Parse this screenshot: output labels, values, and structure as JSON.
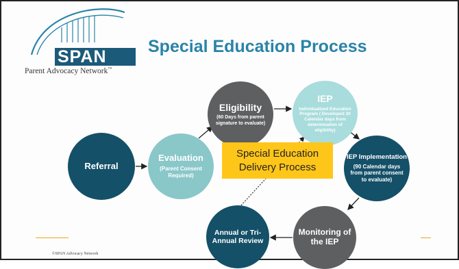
{
  "header": {
    "title": "Special Education Process"
  },
  "logo": {
    "word": "SPAN",
    "tagline": "Parent Advocacy Network",
    "tagline_mark": "™",
    "colors": {
      "brand": "#1c5a7a",
      "arch": "#2a83a8"
    }
  },
  "diagram": {
    "center_box": {
      "line1": "Special Education",
      "line2": "Delivery Process",
      "color": "#ffc61a"
    },
    "steps": {
      "referral": {
        "title": "Referral",
        "color": "#145068"
      },
      "evaluation": {
        "title": "Evaluation",
        "note": "(Parent Consent Required)",
        "color": "#8ac7c9"
      },
      "eligibility": {
        "title": "Eligibility",
        "note": "(60 Days from parent signature to evaluate)",
        "color": "#5d5f60"
      },
      "iep": {
        "title": "IEP",
        "note": "Individualized Education Program ( Developed 30 Calendar days from determination of eligibility)",
        "color": "#a9dcdc"
      },
      "implementation": {
        "title": "IEP Implementation",
        "note": "(90 Calendar days from parent consent to evaluate)",
        "color": "#145068"
      },
      "monitoring": {
        "title": "Monitoring of the IEP",
        "color": "#5d5f60"
      },
      "annual": {
        "title": "Annual or Tri-Annual Review",
        "color": "#145068"
      }
    }
  },
  "footer": {
    "copyright": "©SPAN Advocacy Network"
  }
}
